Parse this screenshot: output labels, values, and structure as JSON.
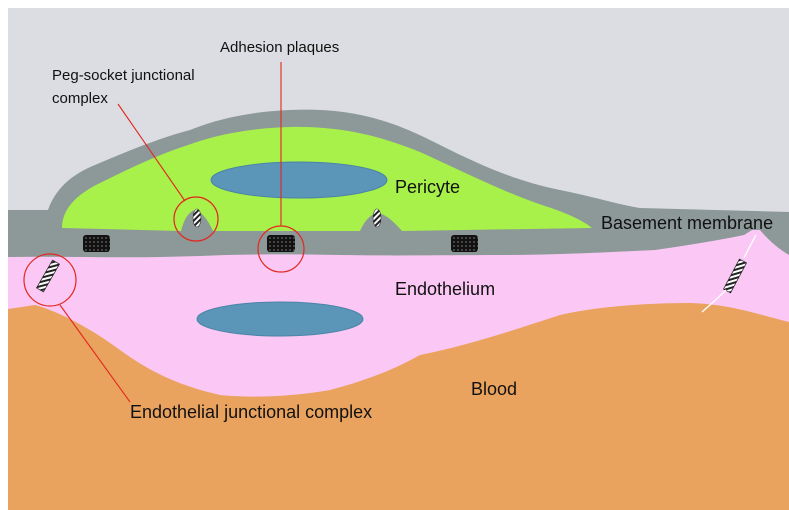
{
  "labels": {
    "adhesion_plaques": "Adhesion plaques",
    "peg_socket_line1": "Peg-socket junctional",
    "peg_socket_line2": "complex",
    "pericyte": "Pericyte",
    "basement_membrane": "Basement membrane",
    "endothelium": "Endothelium",
    "blood": "Blood",
    "endothelial_junctional_complex": "Endothelial junctional complex"
  },
  "colors": {
    "background": "#ffffff",
    "extracellular_space": "#dcdde2",
    "basement_membrane": "#8c9998",
    "pericyte": "#a8f04a",
    "endothelium": "#fbc7f4",
    "blood": "#e9a35f",
    "nucleus": "#5b96b8",
    "pointer_line": "#e3271f",
    "adhesion_plaque": "#1a1a1a"
  },
  "icons": {
    "peg_socket": "striped-oval",
    "adhesion_plaque": "dotted-block",
    "endothelial_junction": "striped-bar"
  }
}
